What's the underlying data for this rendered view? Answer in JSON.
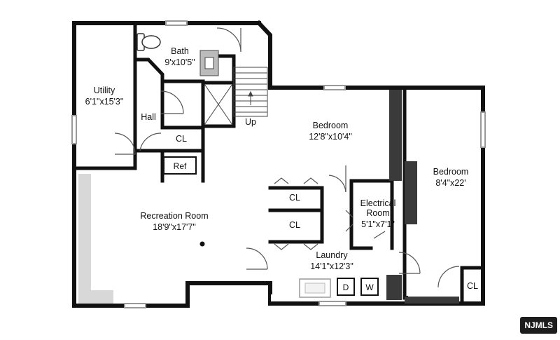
{
  "plan": {
    "rooms": [
      {
        "key": "bath",
        "name": "Bath",
        "dims": "9'x10'5\""
      },
      {
        "key": "utility",
        "name": "Utility",
        "dims": "6'1\"x15'3\""
      },
      {
        "key": "hall",
        "name": "Hall",
        "dims": ""
      },
      {
        "key": "closet-hall",
        "name": "CL",
        "dims": ""
      },
      {
        "key": "bedroom-1",
        "name": "Bedroom",
        "dims": "12'8\"x10'4\""
      },
      {
        "key": "bedroom-2",
        "name": "Bedroom",
        "dims": "8'4\"x22'"
      },
      {
        "key": "recreation-room",
        "name": "Recreation Room",
        "dims": "18'9\"x17'7\""
      },
      {
        "key": "closet-1",
        "name": "CL",
        "dims": ""
      },
      {
        "key": "closet-2",
        "name": "CL",
        "dims": ""
      },
      {
        "key": "electrical-room",
        "name": "Electrical Room",
        "dims": "5'1\"x7'1\""
      },
      {
        "key": "laundry",
        "name": "Laundry",
        "dims": "14'1\"x12'3\""
      },
      {
        "key": "closet-bedroom",
        "name": "CL",
        "dims": ""
      }
    ],
    "fixtures": {
      "fridge": "Ref",
      "dryer": "D",
      "washer": "W",
      "stairs": "Up"
    }
  },
  "watermark": {
    "text": "NJMLS"
  },
  "colors": {
    "wall": "#111111",
    "dark_fill": "#3a3a3a",
    "gray_fill": "#d8d8d8",
    "window": "#9a9a9a"
  }
}
